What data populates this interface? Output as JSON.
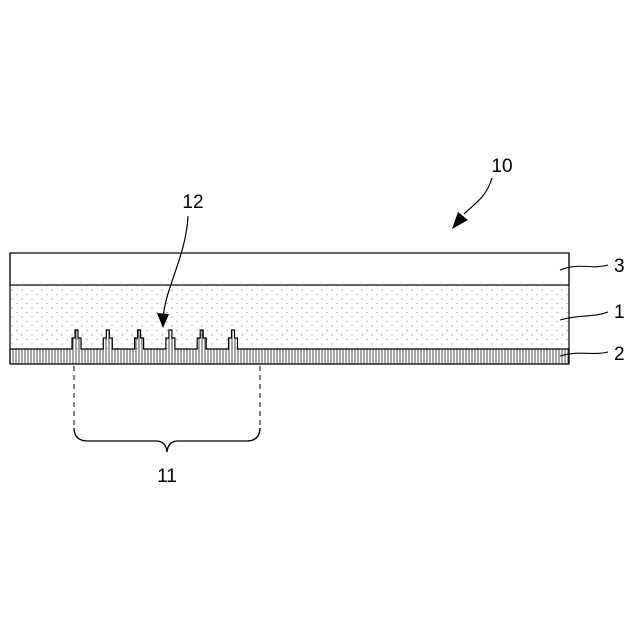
{
  "figure": {
    "assembly_label": "10",
    "layer_labels": {
      "top": "3",
      "middle": "1",
      "bottom": "2"
    },
    "region_label": "11",
    "feature_label": "12",
    "bump_count": 6,
    "colors": {
      "stroke": "#000000",
      "background": "#ffffff",
      "stipple": "#8a8a8a"
    }
  }
}
